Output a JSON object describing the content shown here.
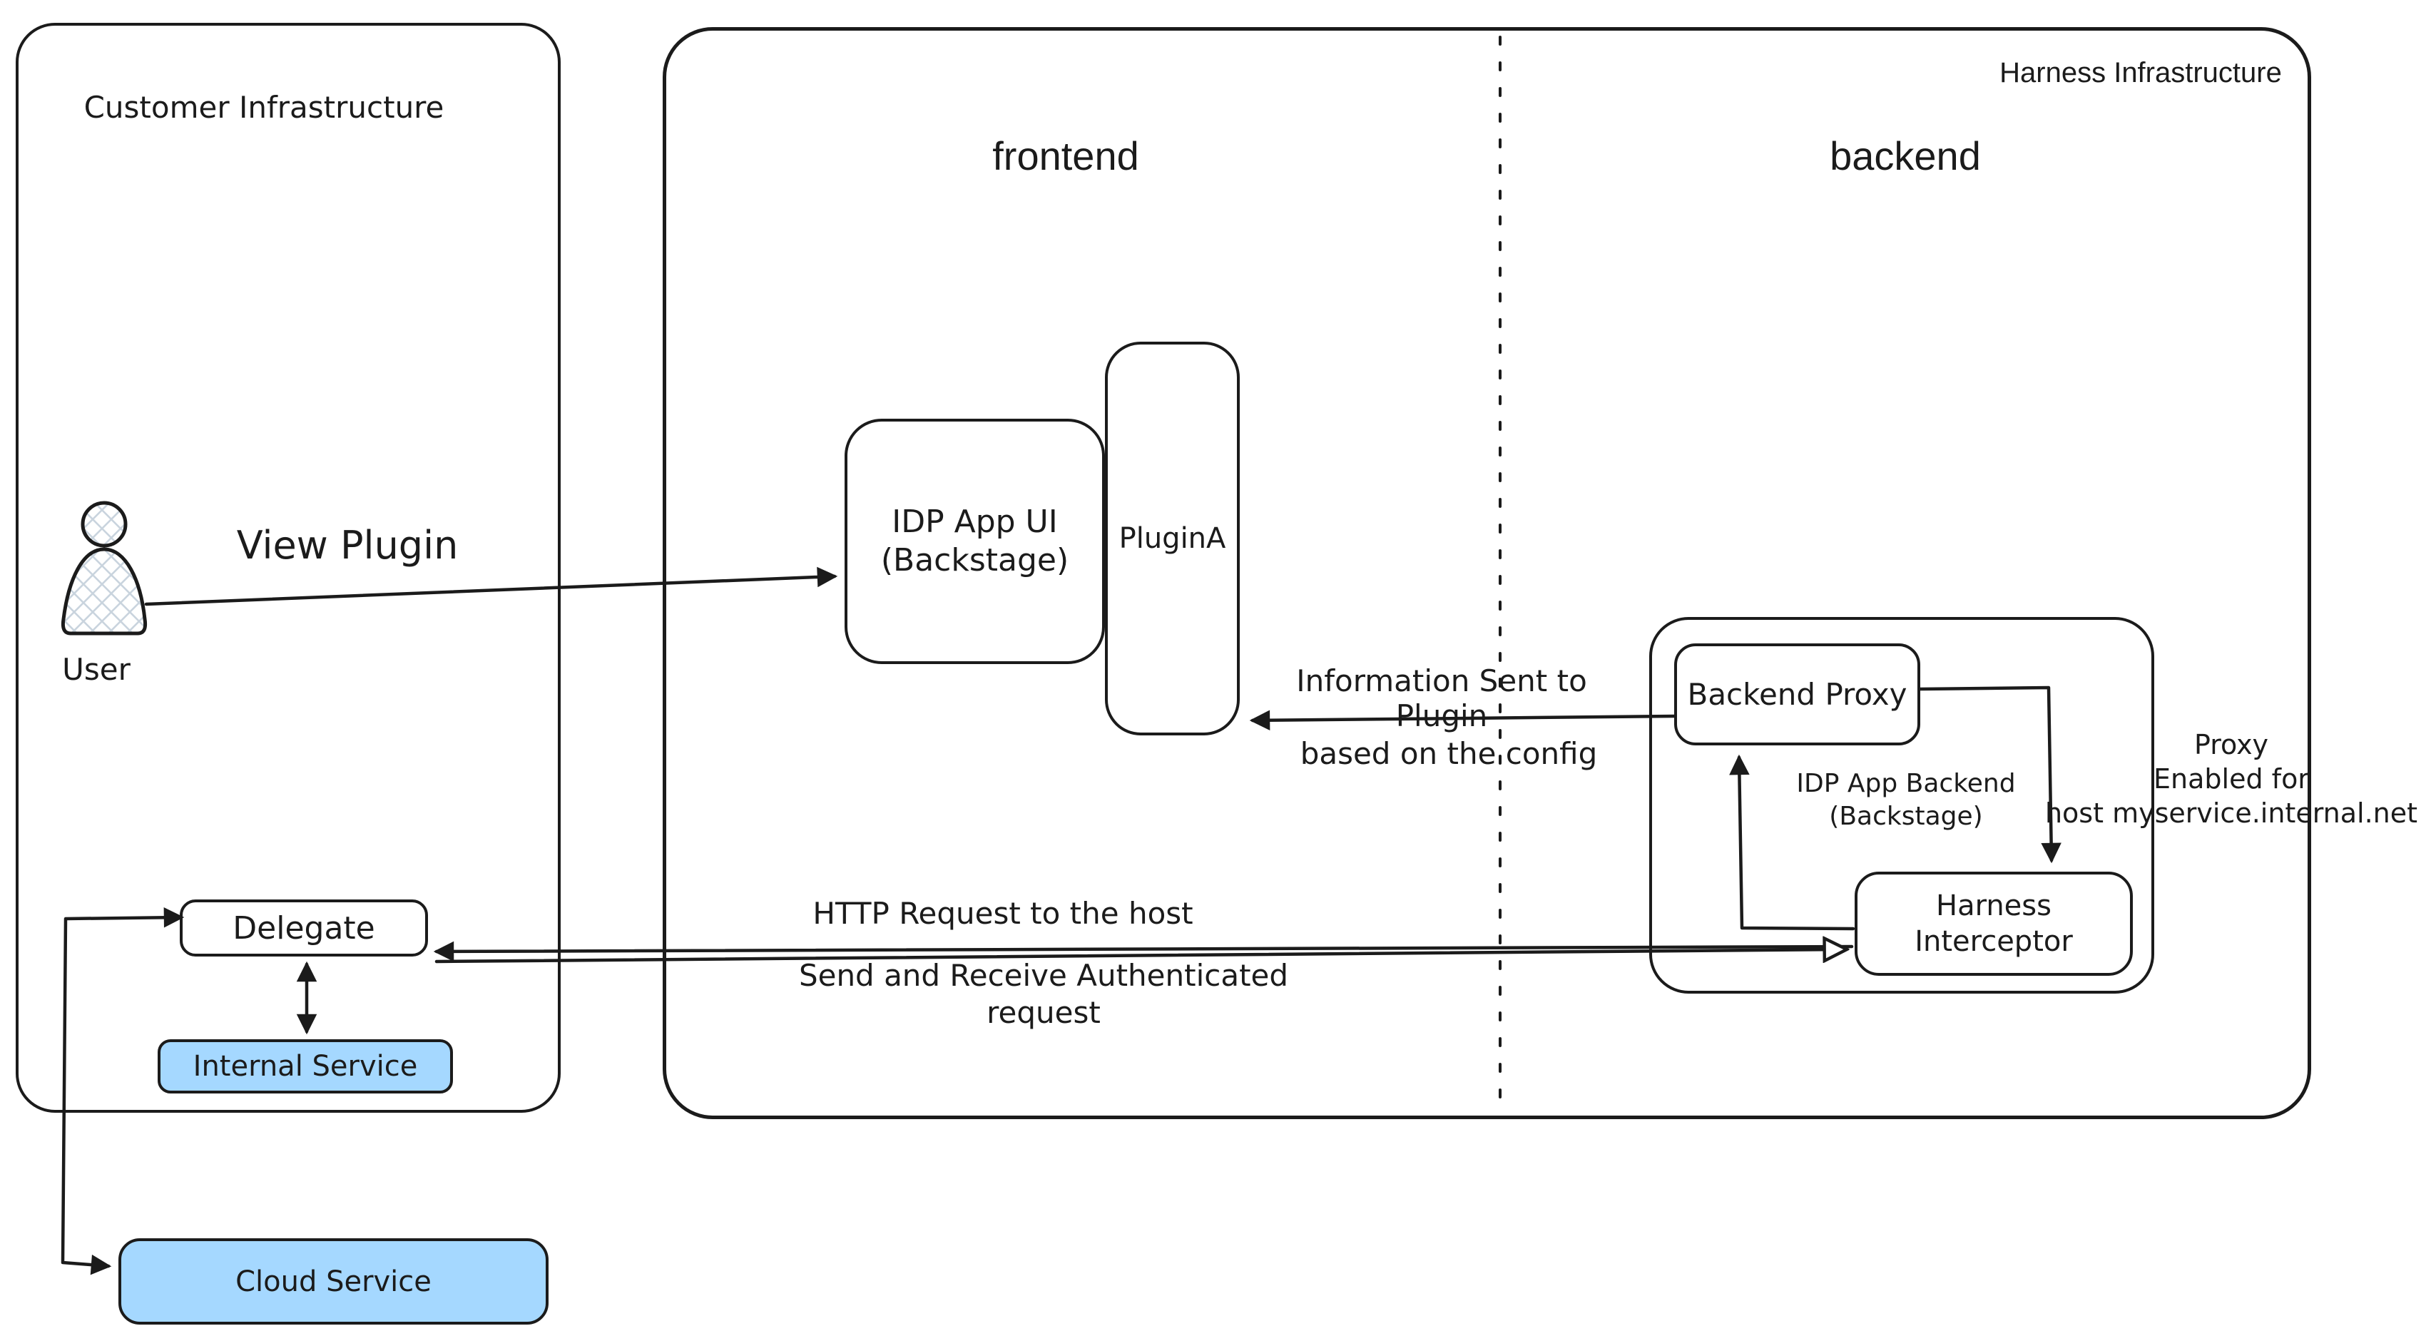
{
  "colors": {
    "ink": "#1b1b1b",
    "service_fill": "#a5d8ff",
    "hatch": "#c9d4de"
  },
  "customer": {
    "title": "Customer Infrastructure",
    "user_label": "User",
    "delegate_label": "Delegate",
    "internal_service_label": "Internal Service"
  },
  "cloud": {
    "label": "Cloud Service"
  },
  "harness": {
    "title": "Harness Infrastructure",
    "frontend_label": "frontend",
    "backend_label": "backend"
  },
  "frontend_section": {
    "idp_app_ui_label": "IDP App UI\n(Backstage)",
    "plugin_a_label": "PluginA"
  },
  "backend_section": {
    "backend_proxy_label": "Backend Proxy",
    "harness_interceptor_label": "Harness\nInterceptor",
    "idp_app_backend_label": "IDP App Backend\n(Backstage)"
  },
  "annotations": {
    "view_plugin": "View Plugin",
    "info_sent_line1": "Information Sent to Plugin",
    "info_sent_line2": "based on the config",
    "proxy_enabled": "Proxy\nEnabled for\nhost myservice.internal.net",
    "http_request": "HTTP Request to the host",
    "send_receive": "Send and Receive Authenticated\nrequest"
  }
}
